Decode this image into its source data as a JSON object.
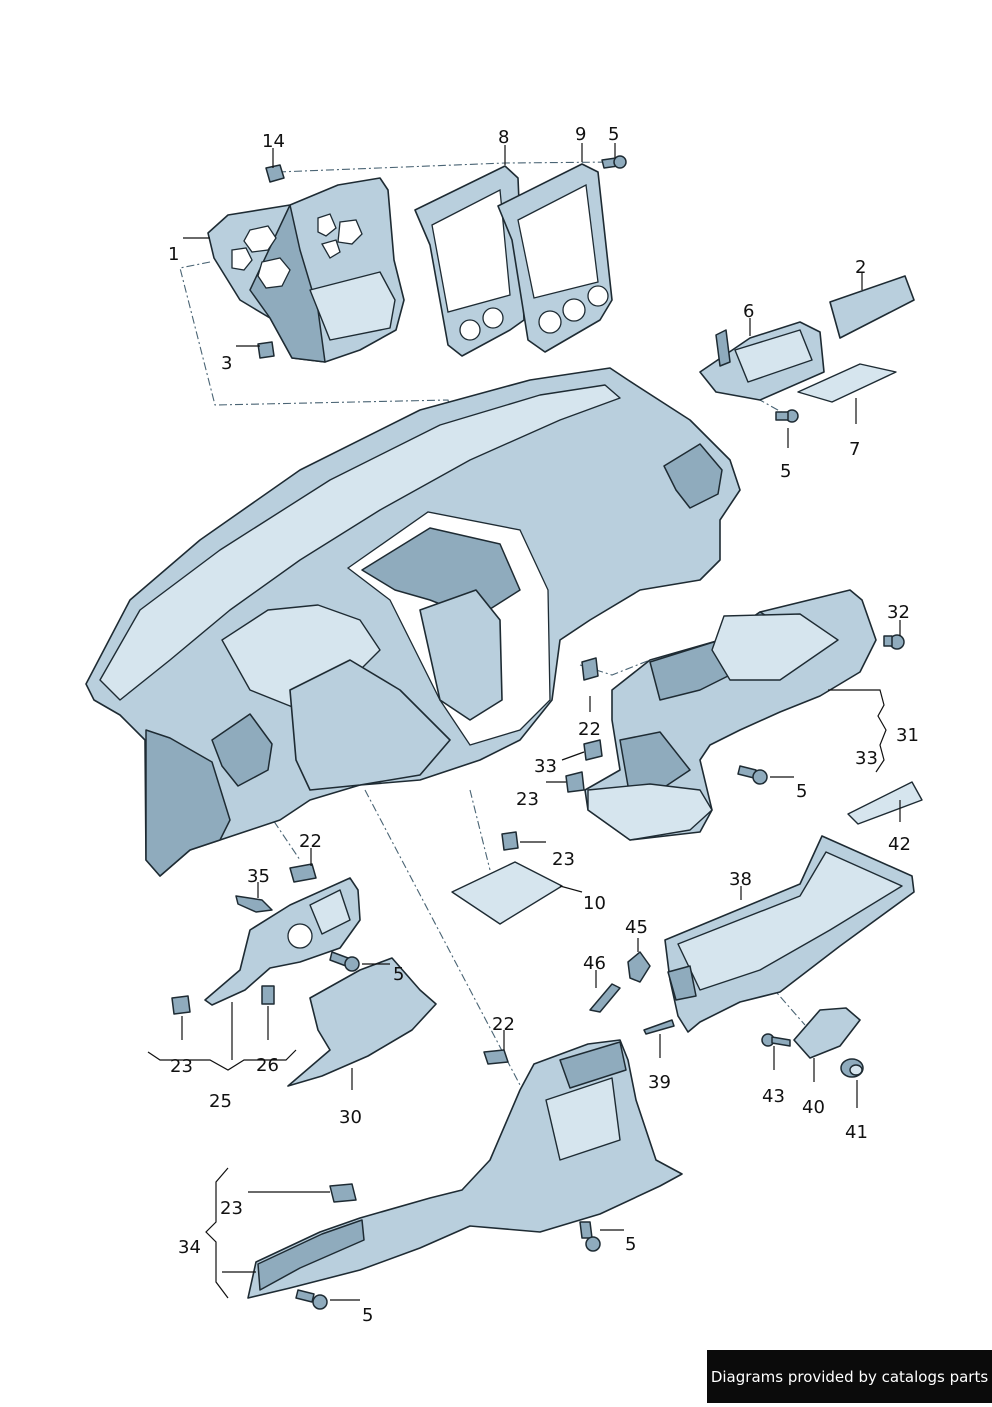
{
  "footer": {
    "credit": "Diagrams provided by catalogs parts"
  },
  "labels": {
    "l14": "14",
    "l8": "8",
    "l9": "9",
    "l5a": "5",
    "l1": "1",
    "l3": "3",
    "l2": "2",
    "l6": "6",
    "l7": "7",
    "l5b": "5",
    "l32": "32",
    "l31": "31",
    "l33a": "33",
    "l22a": "22",
    "l33b": "33",
    "l23a": "23",
    "l5c": "5",
    "l42": "42",
    "l22b": "22",
    "l35": "35",
    "l23b": "23",
    "l10": "10",
    "l5d": "5",
    "l38": "38",
    "l45": "45",
    "l46": "46",
    "l23c": "23",
    "l26": "26",
    "l25": "25",
    "l22c": "22",
    "l30": "30",
    "l39": "39",
    "l43": "43",
    "l40": "40",
    "l41": "41",
    "l23d": "23",
    "l34": "34",
    "l5e": "5",
    "l5f": "5"
  },
  "colors": {
    "part_fill": "#b9cfdd",
    "outline": "#1e2b33",
    "footer_bg": "#0b0b0b"
  }
}
